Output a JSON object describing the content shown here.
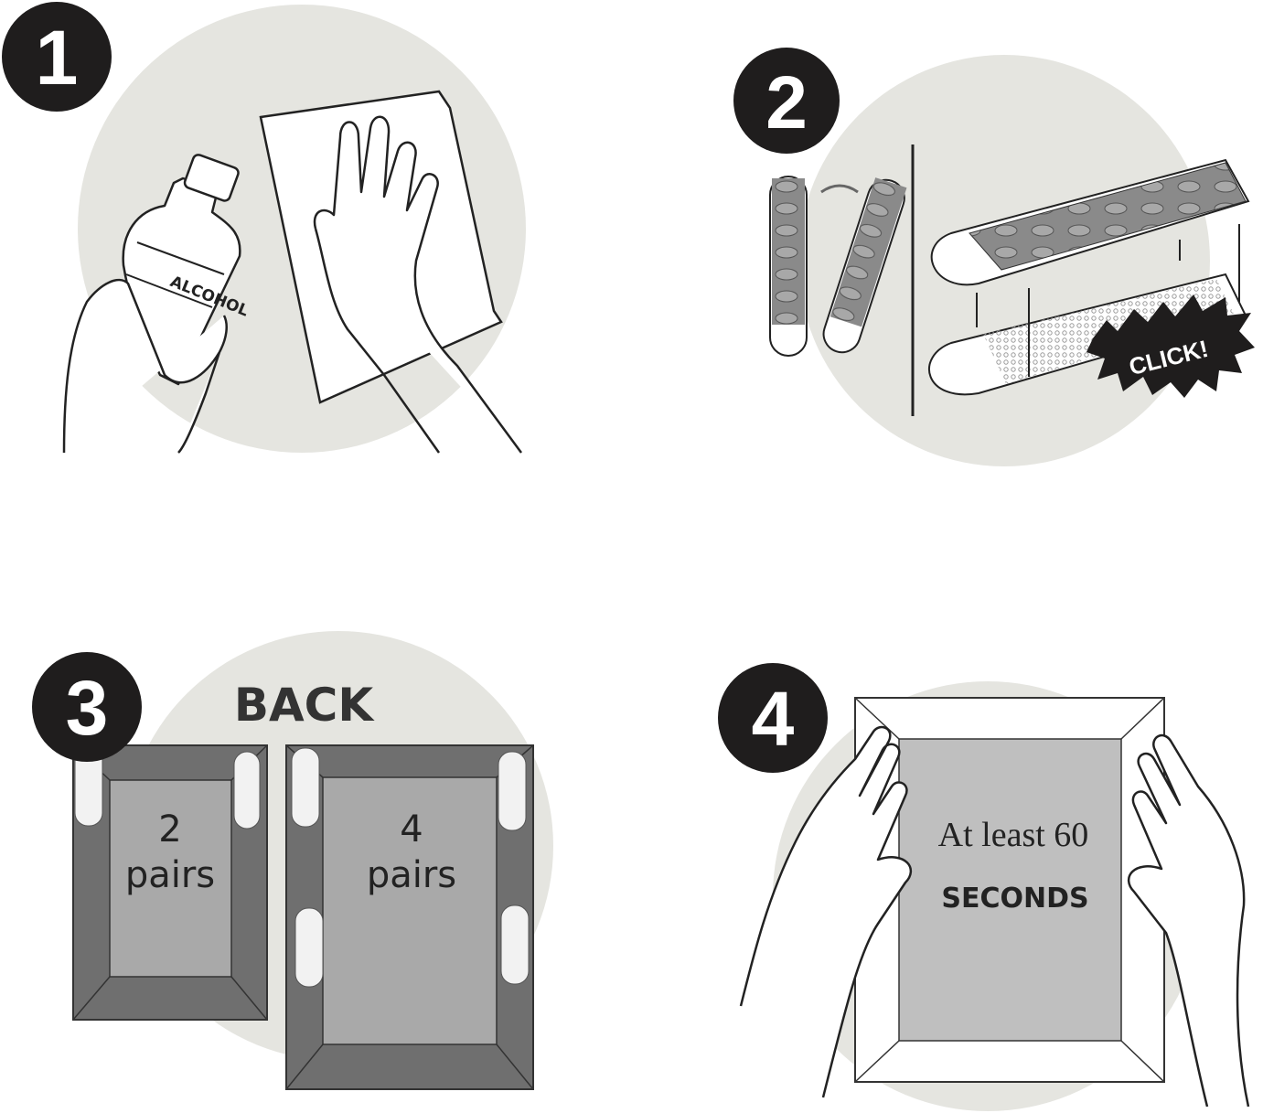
{
  "steps": [
    {
      "number": "1",
      "bottle_label": "ALCOHOL"
    },
    {
      "number": "2",
      "click_label": "CLICK!"
    },
    {
      "number": "3",
      "heading": "BACK",
      "small_frame": {
        "count": "2",
        "unit": "pairs"
      },
      "large_frame": {
        "count": "4",
        "unit": "pairs"
      }
    },
    {
      "number": "4",
      "duration_line": "At least 60",
      "duration_unit": "SECONDS"
    }
  ],
  "colors": {
    "circle_bg": "#e5e5e0",
    "badge": "#1f1d1d",
    "frame_dark": "#6f6f6f",
    "frame_inner": "#a9a9a9"
  },
  "icons": [
    "alcohol-bottle-icon",
    "wiping-hand-icon",
    "strip-icon",
    "swap-arrow-icon",
    "click-burst-icon",
    "picture-frame-icon",
    "pressing-hands-icon"
  ]
}
